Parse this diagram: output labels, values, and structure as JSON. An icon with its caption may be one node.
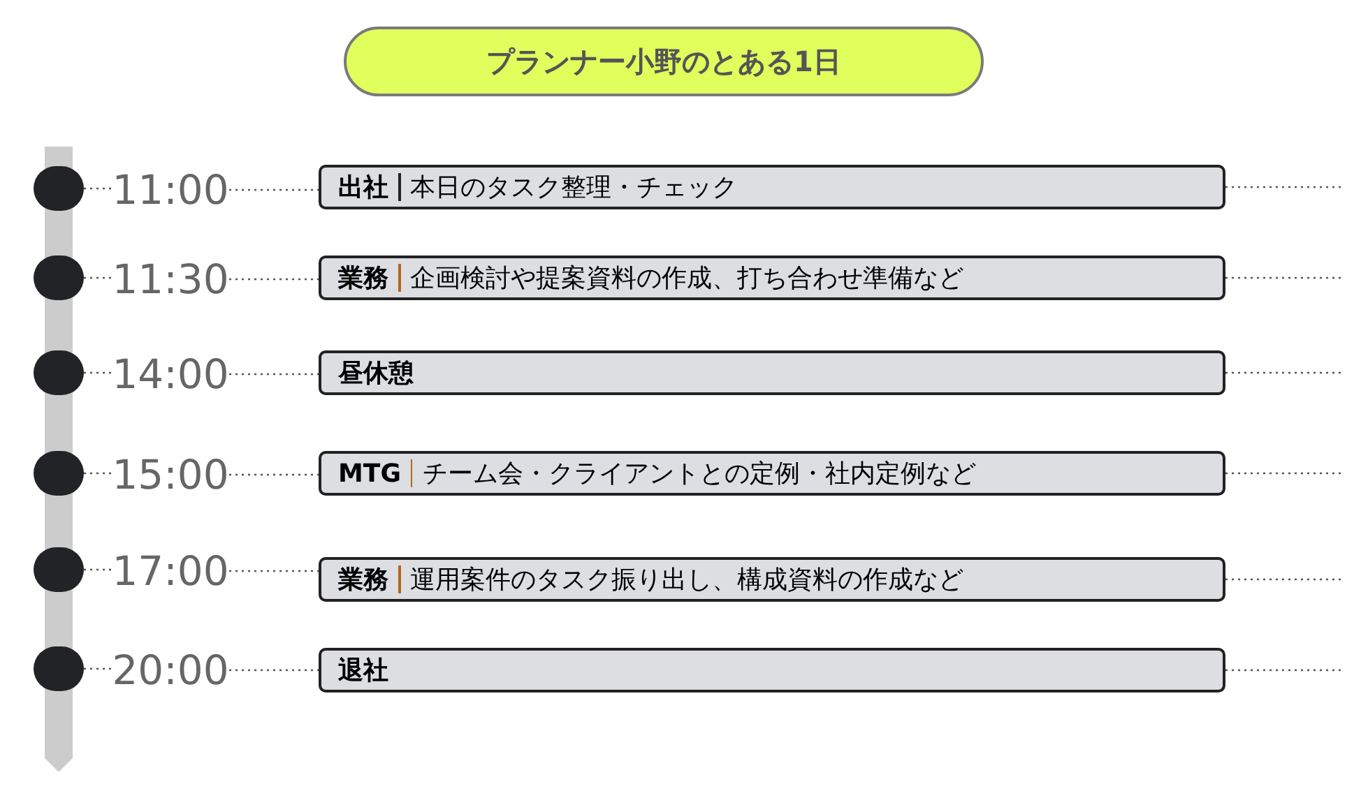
{
  "diagram": {
    "title": "プランナー小野のとある1日",
    "nodes": [
      {
        "text": [],
        "shape": "circle"
      },
      {
        "text": [
          "11:00"
        ]
      },
      {
        "text": [
          "出社",
          "本日のタスク整理・チェック"
        ]
      },
      {
        "text": [],
        "shape": "circle"
      },
      {
        "text": [
          "11:30"
        ]
      },
      {
        "text": [
          "業務",
          "企画検討や提案資料の作成、打ち合わせ準備など"
        ]
      },
      {
        "text": [],
        "shape": "circle"
      },
      {
        "text": [
          "14:00"
        ]
      },
      {
        "text": [
          "昼休憩"
        ]
      },
      {
        "text": [],
        "shape": "circle"
      },
      {
        "text": [
          "15:00"
        ]
      },
      {
        "text": [
          "MTG",
          "チーム会・クライアントとの定例・社内定例など"
        ]
      },
      {
        "text": [],
        "shape": "circle"
      },
      {
        "text": [
          "17:00"
        ]
      },
      {
        "text": [
          "業務",
          "運用案件のタスク振り出し、構成資料の作成など"
        ]
      },
      {
        "text": [],
        "shape": "circle"
      },
      {
        "text": [
          "20:00"
        ]
      },
      {
        "text": [
          "退社"
        ]
      }
    ],
    "edges": [
      {
        "from": 0,
        "to": 1,
        "arrow": "none",
        "style": "dashed"
      },
      {
        "from": 1,
        "to": 2,
        "arrow": "none",
        "style": "dashed"
      },
      {
        "from": 2,
        "to": null,
        "arrow": "none",
        "style": "dashed"
      },
      {
        "from": 3,
        "to": 4,
        "arrow": "none",
        "style": "dashed"
      },
      {
        "from": 4,
        "to": 5,
        "arrow": "none",
        "style": "dashed"
      },
      {
        "from": 5,
        "to": null,
        "arrow": "none",
        "style": "dashed"
      },
      {
        "from": 6,
        "to": 7,
        "arrow": "none",
        "style": "dashed"
      },
      {
        "from": 7,
        "to": 8,
        "arrow": "none",
        "style": "dashed"
      },
      {
        "from": 8,
        "to": null,
        "arrow": "none",
        "style": "dashed"
      },
      {
        "from": 9,
        "to": 10,
        "arrow": "none",
        "style": "dashed"
      },
      {
        "from": 10,
        "to": 11,
        "arrow": "none",
        "style": "dashed"
      },
      {
        "from": 11,
        "to": null,
        "arrow": "none",
        "style": "dashed"
      },
      {
        "from": 12,
        "to": 13,
        "arrow": "none",
        "style": "dashed"
      },
      {
        "from": 13,
        "to": 14,
        "arrow": "none",
        "style": "dashed"
      },
      {
        "from": 14,
        "to": null,
        "arrow": "none",
        "style": "dashed"
      },
      {
        "from": 15,
        "to": 16,
        "arrow": "none",
        "style": "dashed"
      },
      {
        "from": 16,
        "to": 17,
        "arrow": "none",
        "style": "dashed"
      },
      {
        "from": 17,
        "to": null,
        "arrow": "none",
        "style": "dashed"
      }
    ]
  }
}
